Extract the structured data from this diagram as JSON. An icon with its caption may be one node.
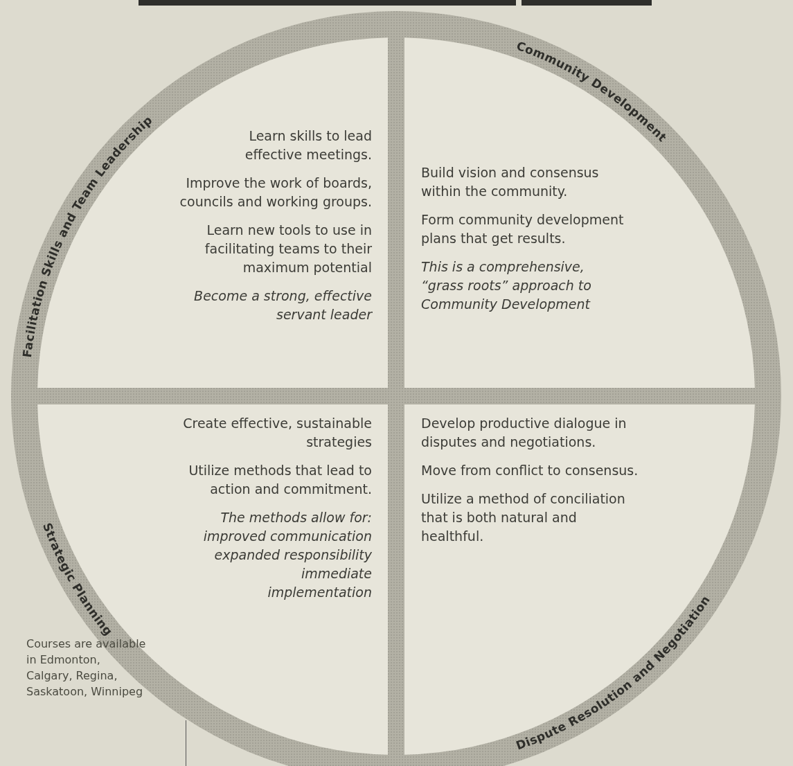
{
  "diagram": {
    "nodes": [
      {
        "text": [
          "Facilitation Skills and Team Leadership",
          "Learn skills to lead effective meetings.",
          "Improve the work of boards, councils and working groups.",
          "Learn new tools to use in facilitating teams to their maximum potential",
          "Become a strong, effective servant leader"
        ]
      },
      {
        "text": [
          "Community Development",
          "Build vision and consensus within the community.",
          "Form community development plans that get results.",
          "This is a comprehensive, “grass roots” approach to Community Development"
        ]
      },
      {
        "text": [
          "Strategic Planning",
          "Create effective, sustainable strategies",
          "Utilize methods that lead to action and commitment.",
          "The methods allow for:",
          "improved communication",
          "expanded responsibility",
          "immediate implementation"
        ]
      },
      {
        "text": [
          "Dispute Resolution and Negotiation",
          "Develop productive dialogue in disputes and negotiations.",
          "Move from conflict to consensus.",
          "Utilize a method of conciliation that is both natural and healthful."
        ]
      }
    ],
    "labels": [
      "Courses are available in Edmonton, Calgary, Regina, Saskatoon, Winnipeg"
    ]
  }
}
